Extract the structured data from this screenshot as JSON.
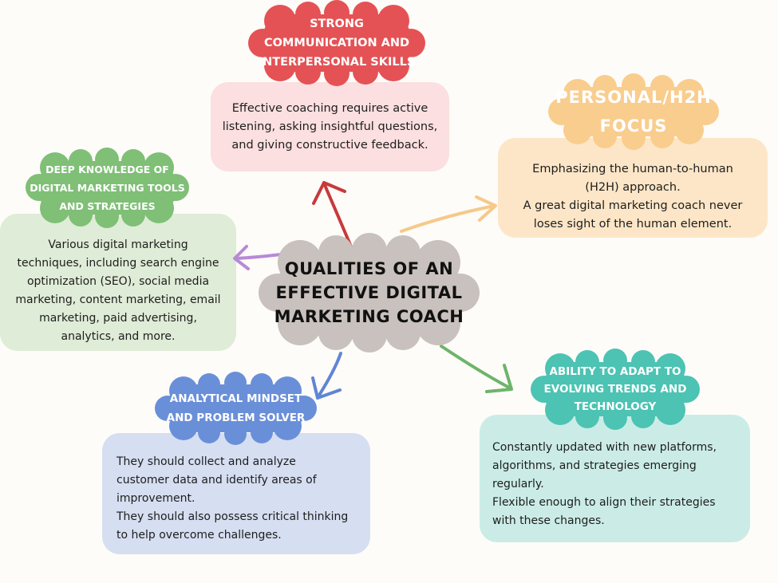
{
  "colors": {
    "background": "#fdfcf8",
    "communication_cloud": "#e45255",
    "communication_box": "#fcdfe0",
    "personal_cloud": "#f9cd8e",
    "personal_box": "#fde6c7",
    "knowledge_cloud": "#7fbf76",
    "knowledge_box": "#dfecd7",
    "center_cloud": "#c9c1bd",
    "analytical_cloud": "#6a8fd9",
    "analytical_box": "#d6def1",
    "adapt_cloud": "#4cc3b3",
    "adapt_box": "#cbece6",
    "arrow_red": "#c8393b",
    "arrow_orange": "#f6c98a",
    "arrow_purple": "#b88ad6",
    "arrow_blue": "#5f85d6",
    "arrow_green": "#6db46b"
  },
  "center": {
    "title_lines": [
      "QUALITIES OF AN",
      "EFFECTIVE DIGITAL",
      "MARKETING COACH"
    ]
  },
  "communication": {
    "title_lines": [
      "STRONG",
      "COMMUNICATION AND",
      "INTERPERSONAL SKILLS"
    ],
    "body_lines": [
      "Effective coaching requires active",
      "listening, asking insightful questions,",
      "and giving constructive feedback."
    ]
  },
  "personal": {
    "title_lines": [
      "PERSONAL/H2H",
      "FOCUS"
    ],
    "body_lines": [
      "Emphasizing the human-to-human",
      "(H2H) approach.",
      "A great digital marketing coach never",
      "loses sight of the human element."
    ]
  },
  "knowledge": {
    "title_lines": [
      "DEEP KNOWLEDGE OF",
      "DIGITAL MARKETING TOOLS",
      "AND STRATEGIES"
    ],
    "body_lines": [
      "Various digital marketing",
      "techniques, including search engine",
      "optimization (SEO), social media",
      "marketing, content marketing, email",
      "marketing, paid advertising,",
      "analytics, and more."
    ]
  },
  "analytical": {
    "title_lines": [
      "ANALYTICAL MINDSET",
      "AND PROBLEM SOLVER"
    ],
    "body_lines": [
      "They should collect and analyze",
      "customer data and identify areas of",
      "improvement.",
      "They should also possess critical thinking",
      "to help overcome challenges."
    ]
  },
  "adapt": {
    "title_lines": [
      "ABILITY TO ADAPT TO",
      "EVOLVING TRENDS AND",
      "TECHNOLOGY"
    ],
    "body_lines": [
      "Constantly updated with new platforms,",
      "algorithms, and strategies emerging",
      "regularly.",
      "Flexible enough to align their strategies",
      "with these changes."
    ]
  }
}
